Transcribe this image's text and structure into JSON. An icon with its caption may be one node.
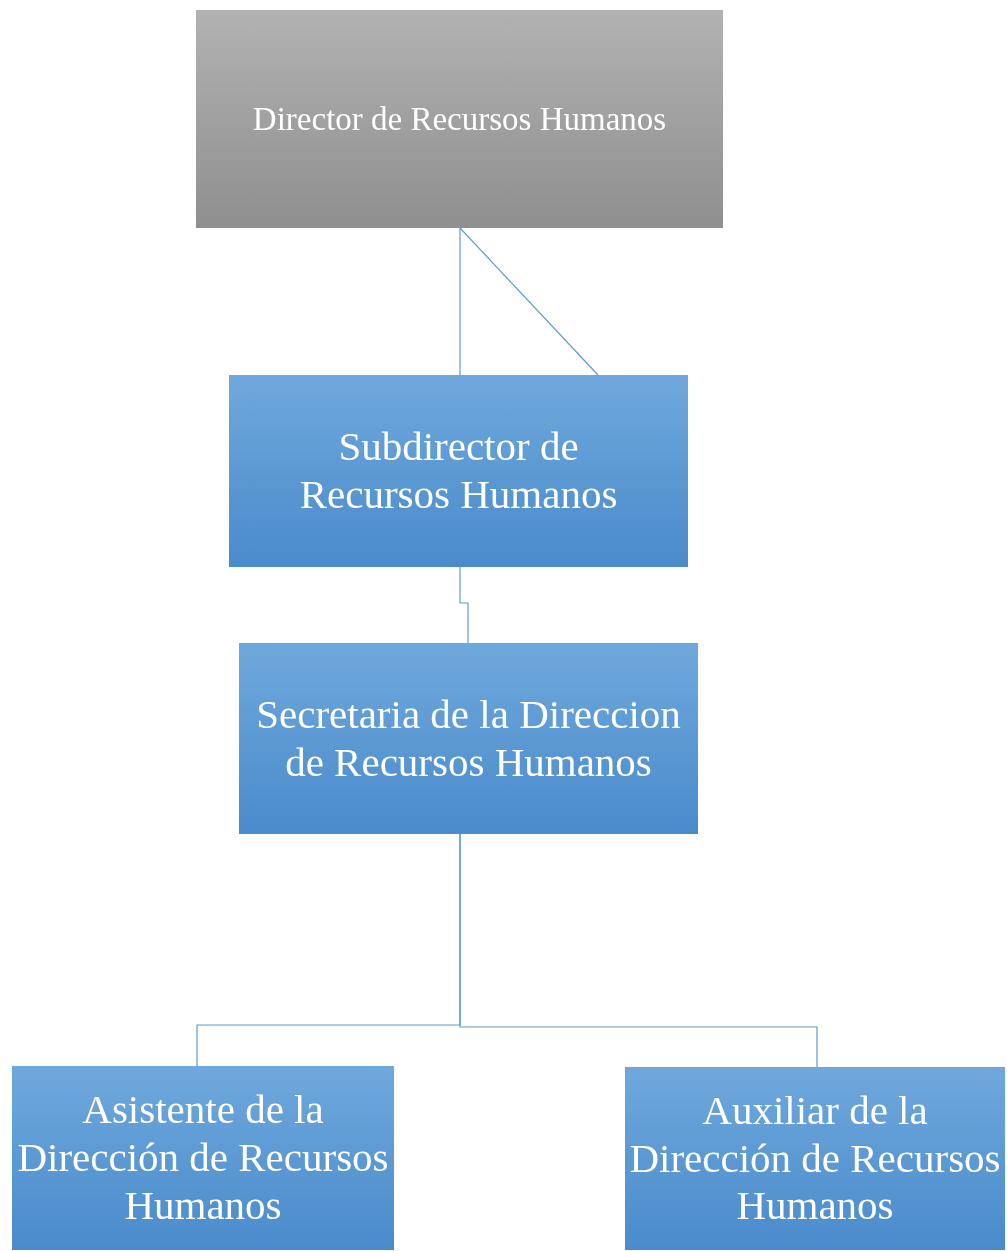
{
  "diagram": {
    "nodes": [
      {
        "text": [
          "Director de Recursos Humanos"
        ]
      },
      {
        "text": [
          "Subdirector de Recursos Humanos"
        ]
      },
      {
        "text": [
          "Secretaria de la Direccion de Recursos Humanos"
        ]
      },
      {
        "text": [
          "Asistente de la Dirección de Recursos Humanos"
        ]
      },
      {
        "text": [
          "Auxiliar de la Dirección de Recursos Humanos"
        ]
      }
    ],
    "edges": [
      {
        "from": 0,
        "to": 1,
        "arrow": "none"
      },
      {
        "from": 0,
        "to": 1,
        "arrow": "none"
      },
      {
        "from": 1,
        "to": 2,
        "arrow": "none"
      },
      {
        "from": 2,
        "to": 3,
        "arrow": "none"
      },
      {
        "from": 2,
        "to": 4,
        "arrow": "none"
      }
    ]
  }
}
